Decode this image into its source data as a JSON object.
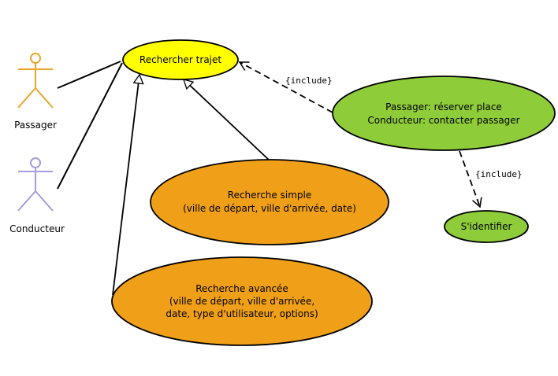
{
  "actors": [
    {
      "id": "passager",
      "label": "Passager",
      "color": "#E8A72B"
    },
    {
      "id": "conducteur",
      "label": "Conducteur",
      "color": "#A89BE0"
    }
  ],
  "use_cases": {
    "rechercher": {
      "lines": [
        "Rechercher trajet"
      ],
      "fill": "#FFFF00"
    },
    "reserver": {
      "lines": [
        "Passager: réserver place",
        "Conducteur: contacter passager"
      ],
      "fill": "#8FCC3A"
    },
    "simple": {
      "lines": [
        "Recherche simple",
        "(ville de départ, ville d'arrivée, date)"
      ],
      "fill": "#F0A018"
    },
    "avancee": {
      "lines": [
        "Recherche avancée",
        "(ville de départ, ville d'arrivée,",
        "date, type d'utilisateur, options)"
      ],
      "fill": "#F0A018"
    },
    "identifier": {
      "lines": [
        "S'identifier"
      ],
      "fill": "#8FCC3A"
    }
  },
  "relations": {
    "include_1": "{include}",
    "include_2": "{include}"
  }
}
